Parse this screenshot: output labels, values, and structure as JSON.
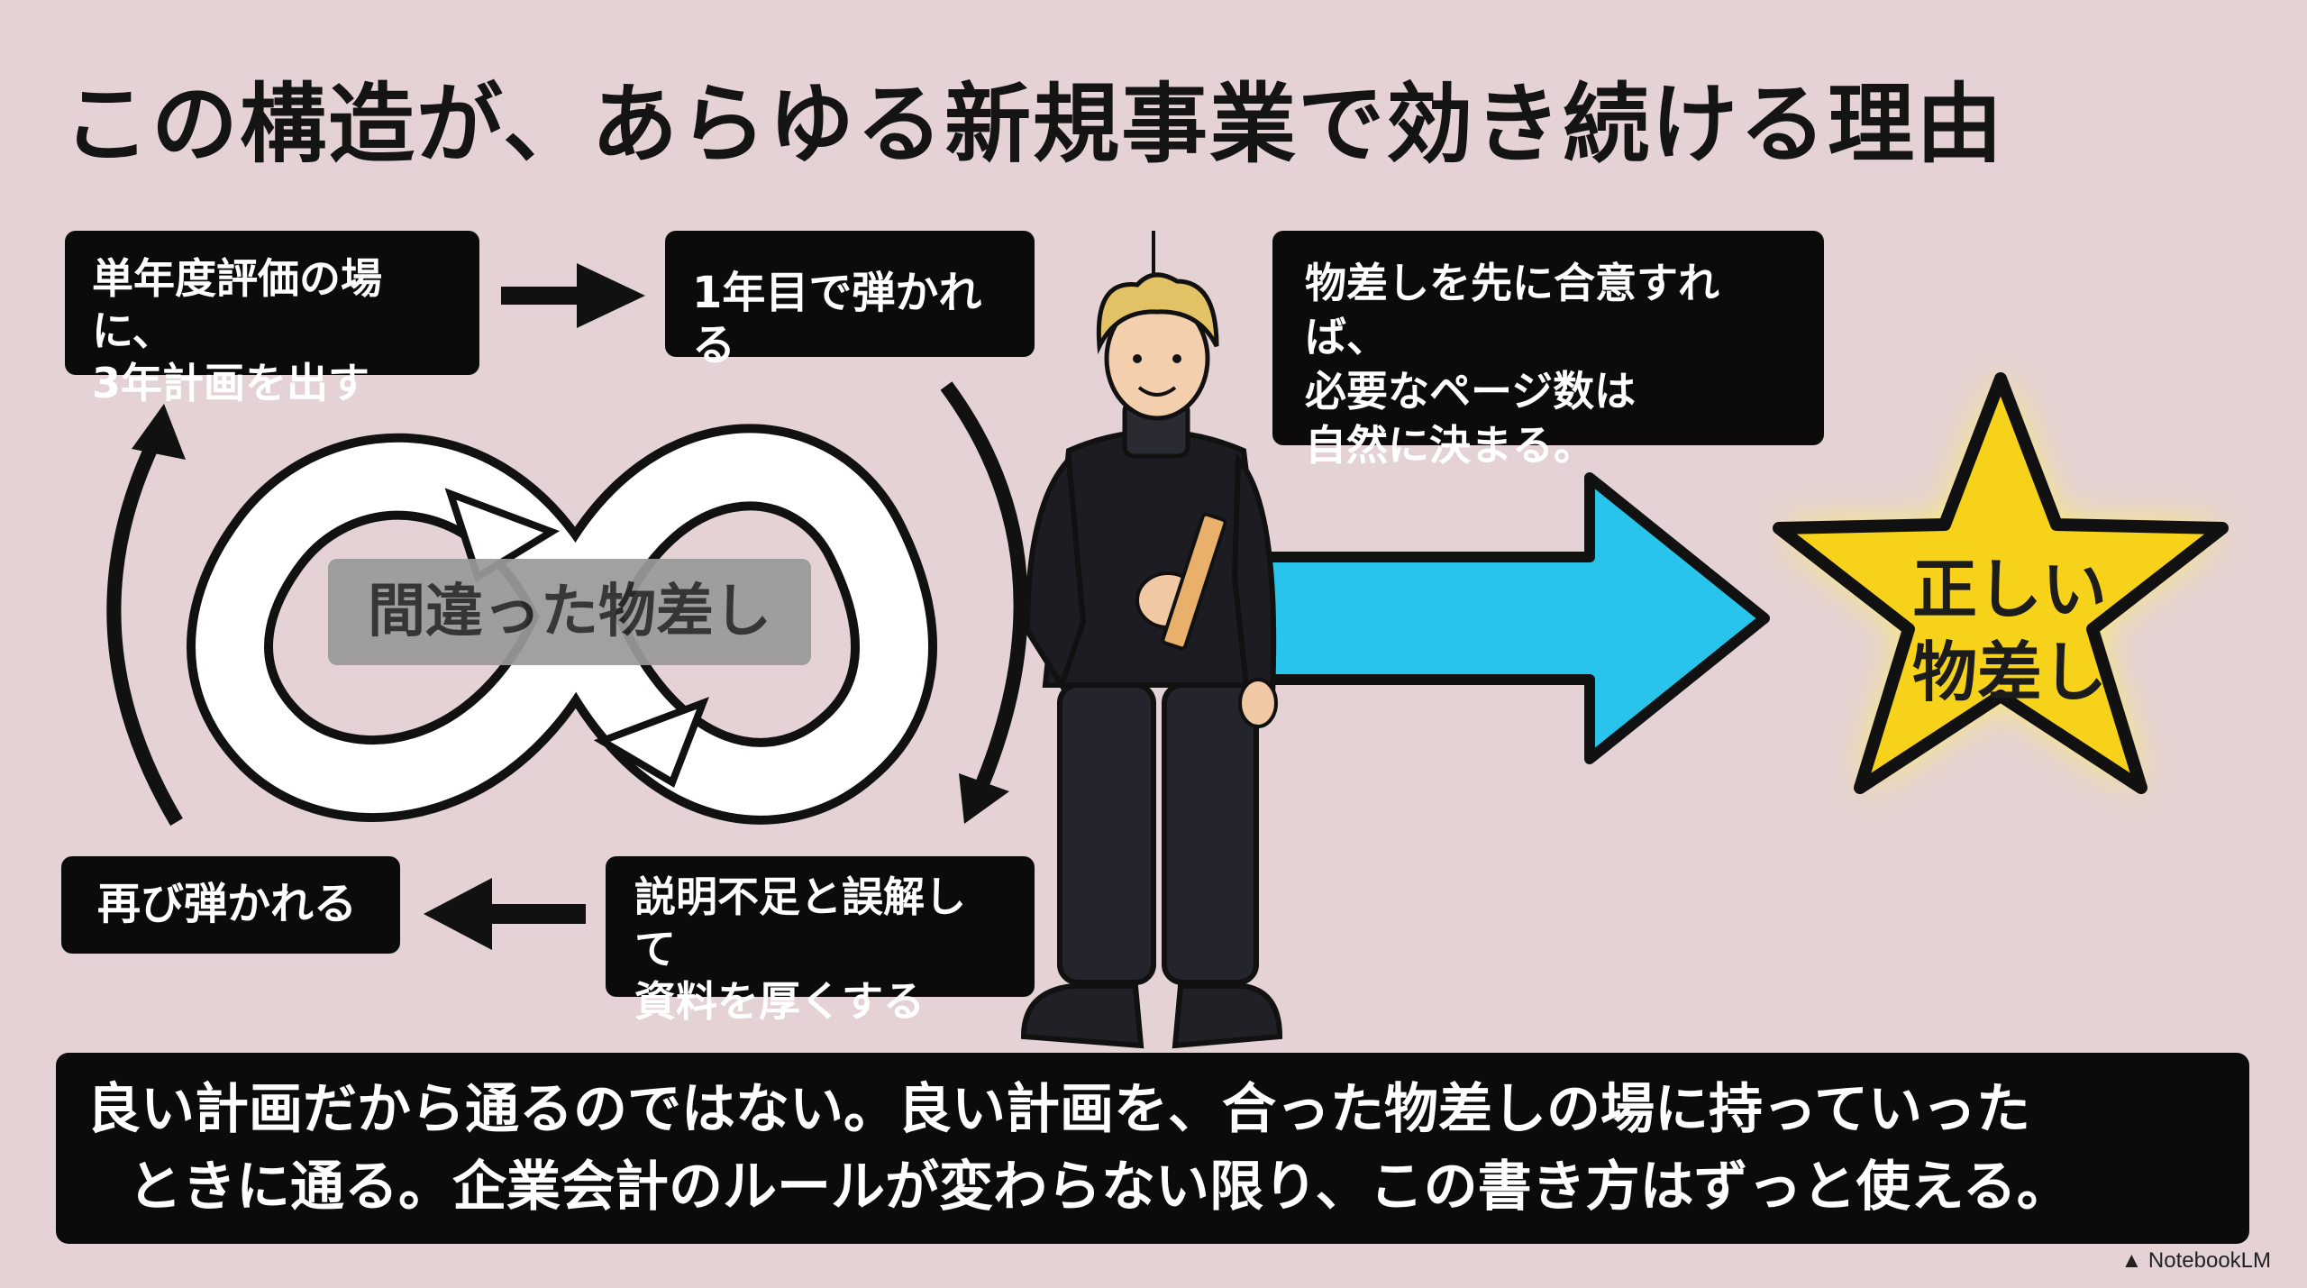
{
  "title": "この構造が、あらゆる新規事業で効き続ける理由",
  "cycle": {
    "step1": "単年度評価の場に、\n3年計画を出す",
    "step2": "1年目で弾かれる",
    "step3": "説明不足と誤解して\n資料を厚くする",
    "step4": "再び弾かれる",
    "center": "間違った物差し"
  },
  "note": "物差しを先に合意すれば、\n必要なページ数は\n自然に決まる。",
  "goal": "正しい\n物差し",
  "conclusion": {
    "line1": "良い計画だから通るのではない。良い計画を、合った物差しの場に持っていった",
    "line2": "ときに通る。企業会計のルールが変わらない限り、この書き方はずっと使える。"
  },
  "brand": "NotebookLM",
  "colors": {
    "background": "#e4d2d4",
    "arrow": "#28c4ec",
    "star": "#f6d21a",
    "glow": "#fff25a"
  }
}
